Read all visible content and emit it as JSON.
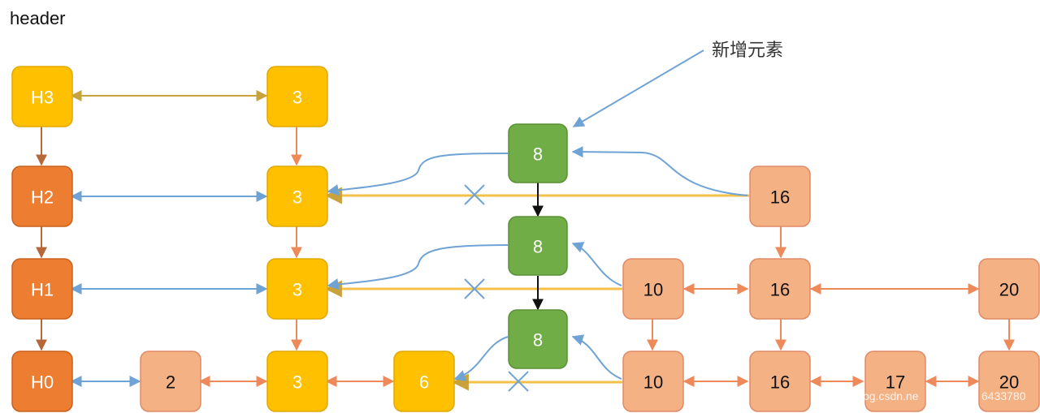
{
  "title": "header",
  "callout": "新增元素",
  "watermark": {
    "part1": "bg.csdn.ne",
    "part2": "6433780"
  },
  "colors": {
    "yellow": "#FFC000",
    "orange": "#ED7D31",
    "pink": "#F4B183",
    "green": "#70AD47",
    "blue": "#6FA3D5",
    "tan": "#C9A23C",
    "brown": "#B5683A",
    "salmon": "#EE8A5A",
    "black": "#111111"
  },
  "nodes": [
    {
      "id": "h3",
      "label": "H3",
      "color": "yellow"
    },
    {
      "id": "h2",
      "label": "H2",
      "color": "orange"
    },
    {
      "id": "h1",
      "label": "H1",
      "color": "orange"
    },
    {
      "id": "h0",
      "label": "H0",
      "color": "orange"
    },
    {
      "id": "n3_l3",
      "label": "3",
      "color": "yellow"
    },
    {
      "id": "n3_l2",
      "label": "3",
      "color": "yellow"
    },
    {
      "id": "n3_l1",
      "label": "3",
      "color": "yellow"
    },
    {
      "id": "n3_l0",
      "label": "3",
      "color": "yellow"
    },
    {
      "id": "n2_l0",
      "label": "2",
      "color": "pink"
    },
    {
      "id": "n6_l0",
      "label": "6",
      "color": "yellow"
    },
    {
      "id": "n8_l2",
      "label": "8",
      "color": "green"
    },
    {
      "id": "n8_l1",
      "label": "8",
      "color": "green"
    },
    {
      "id": "n8_l0",
      "label": "8",
      "color": "green"
    },
    {
      "id": "n10_l1",
      "label": "10",
      "color": "pink"
    },
    {
      "id": "n10_l0",
      "label": "10",
      "color": "pink"
    },
    {
      "id": "n16_l2",
      "label": "16",
      "color": "pink"
    },
    {
      "id": "n16_l1",
      "label": "16",
      "color": "pink"
    },
    {
      "id": "n16_l0",
      "label": "16",
      "color": "pink"
    },
    {
      "id": "n17_l0",
      "label": "17",
      "color": "pink"
    },
    {
      "id": "n20_l1",
      "label": "20",
      "color": "pink"
    },
    {
      "id": "n20_l0",
      "label": "20",
      "color": "pink"
    }
  ]
}
